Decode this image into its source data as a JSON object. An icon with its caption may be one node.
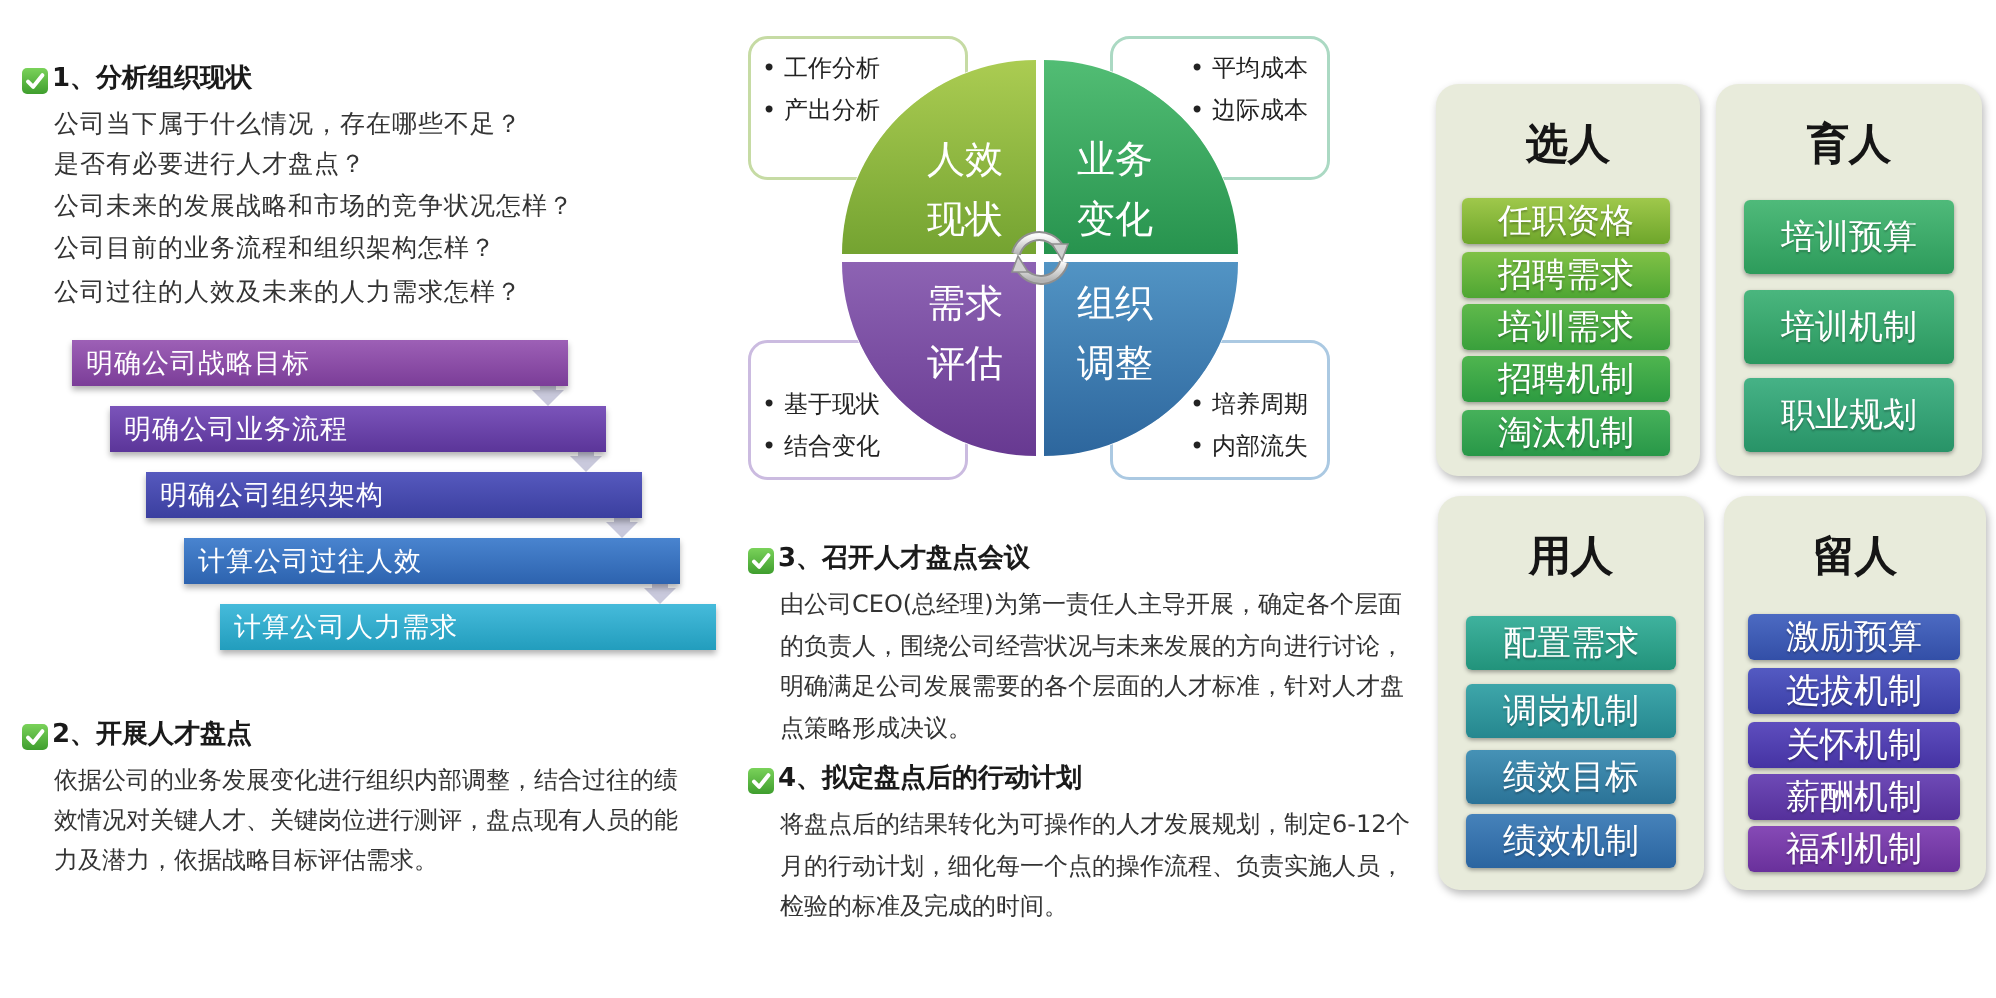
{
  "diagram": {
    "nodes": [
      {
        "text": [
          "明确公司战略目标"
        ]
      },
      {
        "text": [
          "明确公司业务流程"
        ]
      },
      {
        "text": [
          "明确公司组织架构"
        ]
      },
      {
        "text": [
          "计算公司过往人效"
        ]
      },
      {
        "text": [
          "计算公司人力需求"
        ]
      },
      {
        "text": [
          "• 工作分析",
          "• 产出分析"
        ]
      },
      {
        "text": [
          "人效现状"
        ]
      },
      {
        "text": [
          "业务变化"
        ]
      },
      {
        "text": [
          "• 平均成本",
          "• 边际成本"
        ]
      },
      {
        "text": [
          "• 基于现状",
          "• 结合变化"
        ]
      },
      {
        "text": [
          "需求评估"
        ]
      },
      {
        "text": [
          "组织调整"
        ]
      },
      {
        "text": [
          "• 培养周期",
          "• 内部流失"
        ]
      },
      {
        "text": [],
        "shape": "circle"
      },
      {
        "text": [
          "选人"
        ]
      },
      {
        "text": [
          "任职资格"
        ],
        "in": 14
      },
      {
        "text": [
          "招聘需求"
        ],
        "in": 14
      },
      {
        "text": [
          "培训需求"
        ],
        "in": 14
      },
      {
        "text": [
          "招聘机制"
        ],
        "in": 14
      },
      {
        "text": [
          "淘汰机制"
        ],
        "in": 14
      },
      {
        "text": [
          "育人"
        ]
      },
      {
        "text": [
          "培训预算"
        ],
        "in": 20
      },
      {
        "text": [
          "培训机制"
        ],
        "in": 20
      },
      {
        "text": [
          "职业规划"
        ],
        "in": 20
      },
      {
        "text": [
          "用人"
        ]
      },
      {
        "text": [
          "配置需求"
        ],
        "in": 24
      },
      {
        "text": [
          "调岗机制"
        ],
        "in": 24
      },
      {
        "text": [
          "绩效目标"
        ],
        "in": 24
      },
      {
        "text": [
          "绩效机制"
        ],
        "in": 24
      },
      {
        "text": [
          "留人"
        ]
      },
      {
        "text": [
          "激励预算"
        ],
        "in": 29
      },
      {
        "text": [
          "选拔机制"
        ],
        "in": 29
      },
      {
        "text": [
          "关怀机制"
        ],
        "in": 29
      },
      {
        "text": [
          "薪酬机制"
        ],
        "in": 29
      },
      {
        "text": [
          "福利机制"
        ],
        "in": 29
      }
    ],
    "edges": [
      {
        "from": 0,
        "to": 1,
        "arrow": "to"
      },
      {
        "from": 1,
        "to": 2,
        "arrow": "to"
      },
      {
        "from": 2,
        "to": 3,
        "arrow": "to"
      },
      {
        "from": 3,
        "to": 4,
        "arrow": "to"
      }
    ],
    "labels": [
      "1、分析组织现状",
      "公司当下属于什么情况，存在哪些不足？",
      "是否有必要进行人才盘点？",
      "公司未来的发展战略和市场的竞争状况怎样？",
      "公司目前的业务流程和组织架构怎样？",
      "公司过往的人效及未来的人力需求怎样？",
      "2、开展人才盘点",
      "依据公司的业务发展变化进行组织内部调整，结合过往的绩效情况对关键人才、关键岗位进行测评，盘点现有人员的能力及潜力，依据战略目标评估需求。",
      "3、召开人才盘点会议",
      "由公司CEO(总经理)为第一责任人主导开展，确定各个层面的负责人，围绕公司经营状况与未来发展的方向进行讨论，明确满足公司发展需要的各个层面的人才标准，针对人才盘点策略形成决议。",
      "4、拟定盘点后的行动计划",
      "将盘点后的结果转化为可操作的人才发展规划，制定6-12个月的行动计划，细化每一个点的操作流程、负责实施人员，检验的标准及完成的时间。"
    ]
  }
}
